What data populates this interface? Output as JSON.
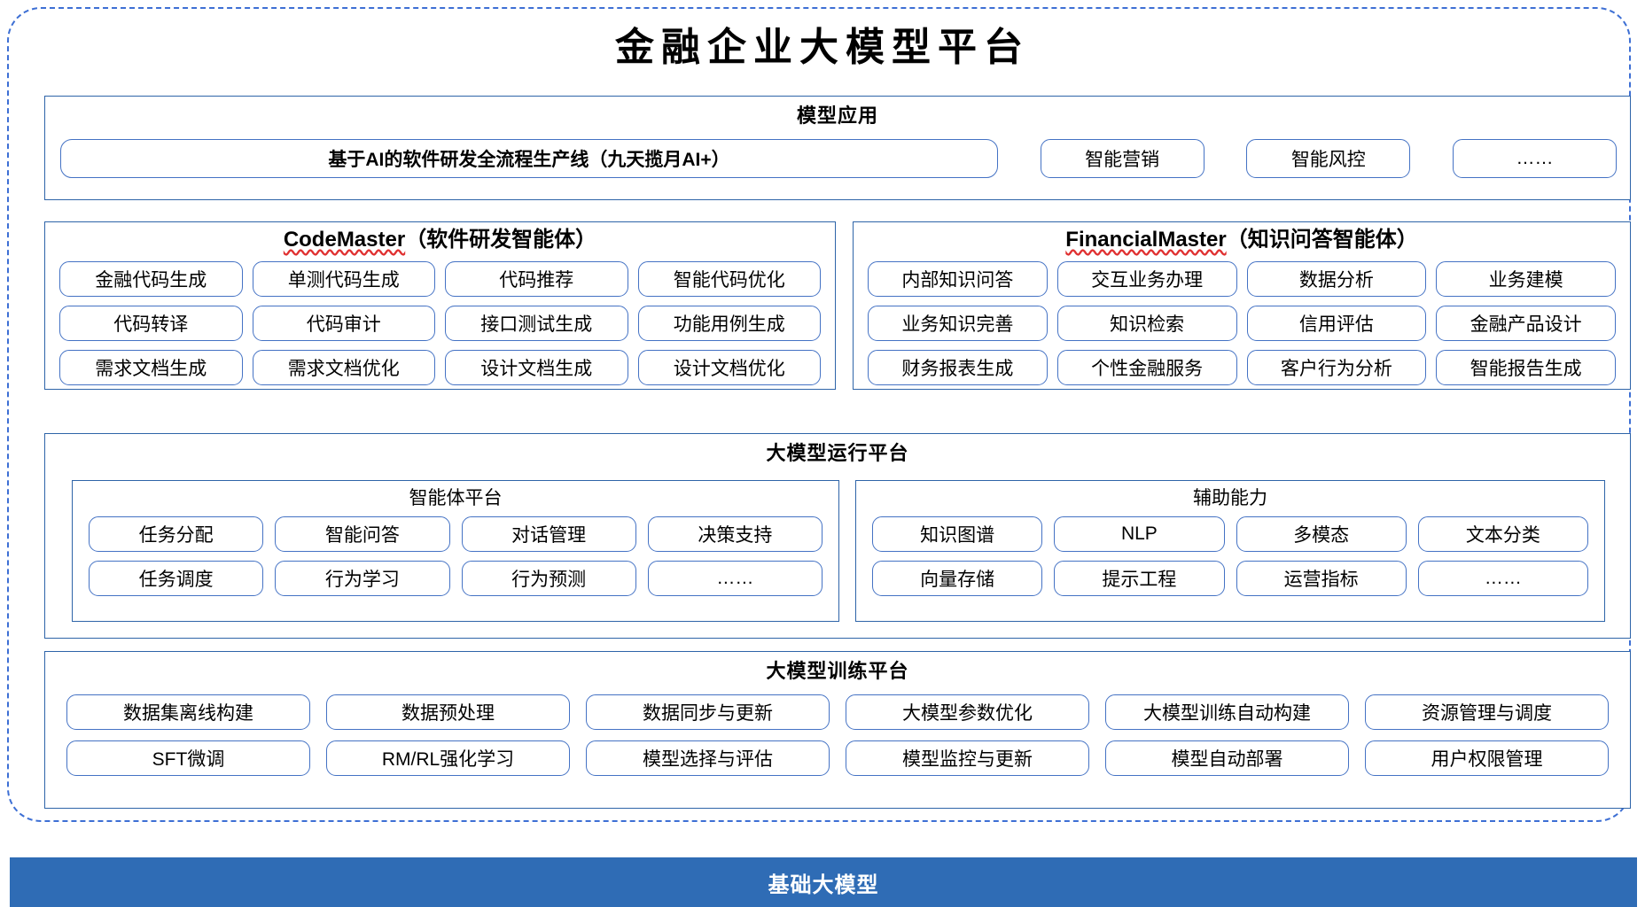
{
  "page": {
    "title": "金融企业大模型平台",
    "accent_blue": "#2f6cb5",
    "border_blue": "#4472c4",
    "panel_border": "#2e64a8",
    "misspell_red": "#e03131"
  },
  "application_layer": {
    "title": "模型应用",
    "banner": "基于AI的软件研发全流程生产线（九天揽月AI+）",
    "items": [
      "智能营销",
      "智能风控",
      "……"
    ]
  },
  "agents": [
    {
      "name_latin": "CodeMaster",
      "name_cn": "（软件研发智能体）",
      "rows": [
        [
          "金融代码生成",
          "单测代码生成",
          "代码推荐",
          "智能代码优化"
        ],
        [
          "代码转译",
          "代码审计",
          "接口测试生成",
          "功能用例生成"
        ],
        [
          "需求文档生成",
          "需求文档优化",
          "设计文档生成",
          "设计文档优化"
        ]
      ]
    },
    {
      "name_latin": "FinancialMaster",
      "name_cn": "（知识问答智能体）",
      "rows": [
        [
          "内部知识问答",
          "交互业务办理",
          "数据分析",
          "业务建模"
        ],
        [
          "业务知识完善",
          "知识检索",
          "信用评估",
          "金融产品设计"
        ],
        [
          "财务报表生成",
          "个性金融服务",
          "客户行为分析",
          "智能报告生成"
        ]
      ]
    }
  ],
  "runtime_layer": {
    "title": "大模型运行平台",
    "groups": [
      {
        "title": "智能体平台",
        "rows": [
          [
            "任务分配",
            "智能问答",
            "对话管理",
            "决策支持"
          ],
          [
            "任务调度",
            "行为学习",
            "行为预测",
            "……"
          ]
        ]
      },
      {
        "title": "辅助能力",
        "rows": [
          [
            "知识图谱",
            "NLP",
            "多模态",
            "文本分类"
          ],
          [
            "向量存储",
            "提示工程",
            "运营指标",
            "……"
          ]
        ]
      }
    ]
  },
  "training_layer": {
    "title": "大模型训练平台",
    "rows": [
      [
        "数据集离线构建",
        "数据预处理",
        "数据同步与更新",
        "大模型参数优化",
        "大模型训练自动构建",
        "资源管理与调度"
      ],
      [
        "SFT微调",
        "RM/RL强化学习",
        "模型选择与评估",
        "模型监控与更新",
        "模型自动部署",
        "用户权限管理"
      ]
    ]
  },
  "base_layer": {
    "title": "基础大模型"
  }
}
